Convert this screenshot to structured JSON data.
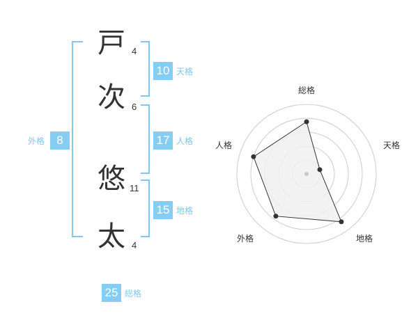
{
  "name": {
    "chars": [
      {
        "char": "戸",
        "strokes": "4"
      },
      {
        "char": "次",
        "strokes": "6"
      },
      {
        "char": "悠",
        "strokes": "11"
      },
      {
        "char": "太",
        "strokes": "4"
      }
    ]
  },
  "fortunes": {
    "tenkaku": {
      "label": "天格",
      "value": "10"
    },
    "jinkaku": {
      "label": "人格",
      "value": "17"
    },
    "chikaku": {
      "label": "地格",
      "value": "15"
    },
    "gaikaku": {
      "label": "外格",
      "value": "8"
    },
    "soukaku": {
      "label": "総格",
      "value": "25"
    }
  },
  "radar": {
    "axes": [
      "総格",
      "天格",
      "地格",
      "外格",
      "人格"
    ],
    "levels": 5,
    "values": [
      0.75,
      0.2,
      0.85,
      0.75,
      0.8
    ],
    "ring_color": "#cccccc",
    "fill_color": "#f0f0f0",
    "line_color": "#333333"
  },
  "colors": {
    "accent": "#86cdf4",
    "bracket": "#7ec8f0",
    "text": "#333333"
  }
}
